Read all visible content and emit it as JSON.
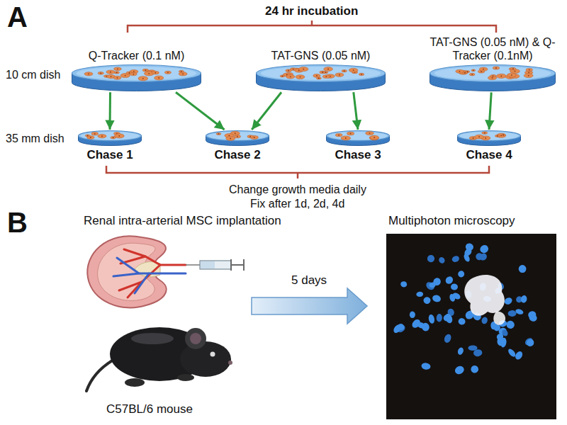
{
  "diagram": {
    "nodes": [
      {
        "text": [
          "Q-Tracker (0.1 nM)"
        ]
      },
      {
        "text": [
          "TAT-GNS (0.05 nM)"
        ]
      },
      {
        "text": [
          "TAT-GNS (0.05 nM) & Q-Tracker (0.1nM)"
        ]
      },
      {
        "text": [
          "Chase 1"
        ]
      },
      {
        "text": [
          "Chase 2"
        ]
      },
      {
        "text": [
          "Chase 3"
        ]
      },
      {
        "text": [
          "Chase 4"
        ]
      }
    ],
    "edges": [
      {
        "from": 0,
        "to": 3,
        "arrow": "to"
      },
      {
        "from": 0,
        "to": 4,
        "arrow": "to"
      },
      {
        "from": 1,
        "to": 4,
        "arrow": "to"
      },
      {
        "from": 1,
        "to": 5,
        "arrow": "to"
      },
      {
        "from": 2,
        "to": 6,
        "arrow": "to"
      }
    ],
    "labels": [
      "A",
      "24 hr incubation",
      "10 cm dish",
      "35 mm dish",
      "Change growth media daily",
      "Fix after 1d, 2d, 4d",
      "B",
      "Renal intra-arterial MSC implantation",
      "C57BL/6 mouse",
      "5 days",
      "Multiphoton microscopy"
    ]
  }
}
